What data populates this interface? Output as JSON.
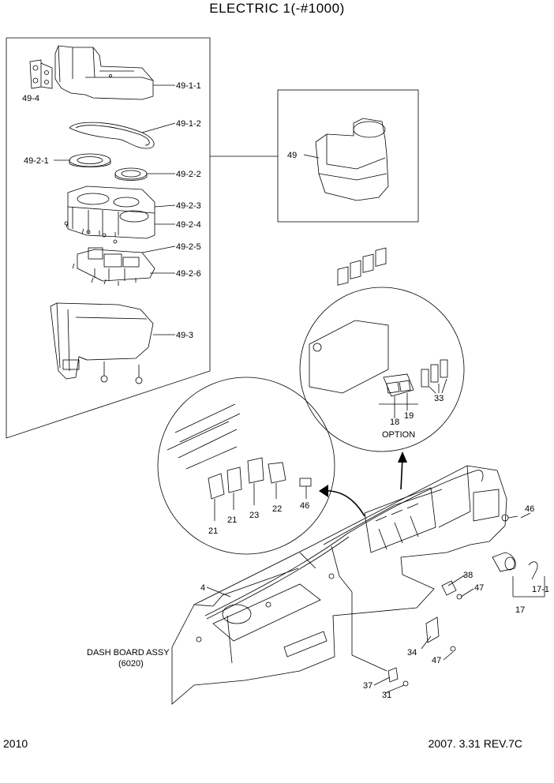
{
  "title": "ELECTRIC 1(-#1000)",
  "footer": {
    "left": "2010",
    "right": "2007. 3.31 REV.7C"
  },
  "callouts": {
    "c49_4": "49-4",
    "c49_1_1": "49-1-1",
    "c49_1_2": "49-1-2",
    "c49_2_1": "49-2-1",
    "c49_2_2": "49-2-2",
    "c49_2_3": "49-2-3",
    "c49_2_4": "49-2-4",
    "c49_2_5": "49-2-5",
    "c49_2_6": "49-2-6",
    "c49_3": "49-3",
    "c49": "49",
    "c18": "18",
    "c19": "19",
    "c33": "33",
    "option": "OPTION",
    "c21a": "21",
    "c21b": "21",
    "c23": "23",
    "c22": "22",
    "c46a": "46",
    "c46b": "46",
    "c4": "4",
    "c38": "38",
    "c47a": "47",
    "c47b": "47",
    "c17_1": "17-1",
    "c17": "17",
    "c34": "34",
    "c37": "37",
    "c31": "31",
    "dash1": "DASH BOARD ASSY",
    "dash2": "(6020)"
  }
}
